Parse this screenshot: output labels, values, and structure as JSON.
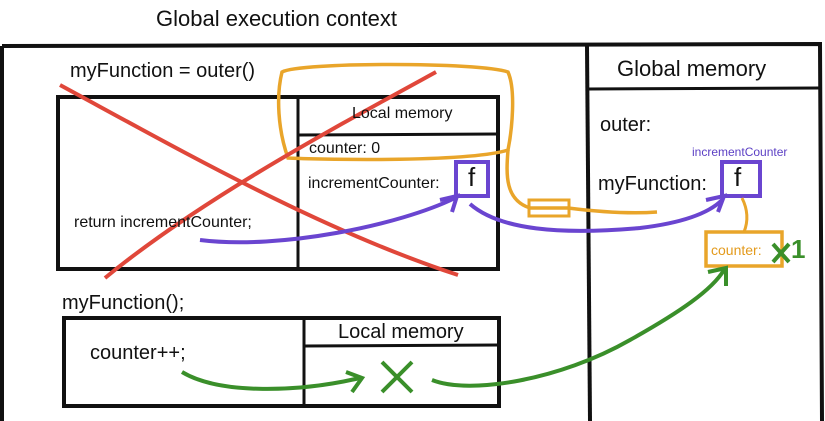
{
  "title": "Global execution context",
  "global_memory": {
    "title": "Global memory",
    "outer_label": "outer:",
    "myfunction_label": "myFunction:",
    "function_symbol": "f",
    "increment_label": "incrementCounter",
    "counter_label": "counter:",
    "counter_value": "1"
  },
  "first_call": {
    "header": "myFunction = outer()",
    "local_memory_title": "Local memory",
    "counter_entry": "counter: 0",
    "increment_entry": "incrementCounter:",
    "function_symbol": "f",
    "return_statement": "return incrementCounter;"
  },
  "second_call": {
    "header": "myFunction();",
    "local_memory_title": "Local memory",
    "statement": "counter++;"
  },
  "colors": {
    "cross_red": "#e0473a",
    "closure_orange": "#e9a52a",
    "function_purple": "#6a45d0",
    "update_green": "#3a8f2a",
    "box_black": "#111111"
  }
}
